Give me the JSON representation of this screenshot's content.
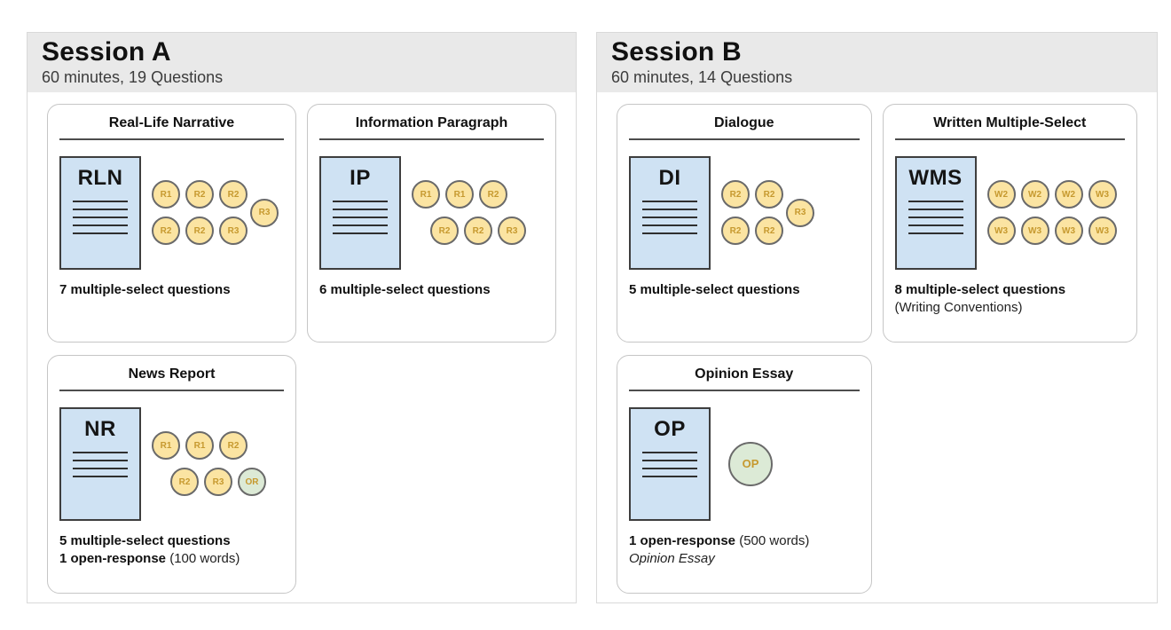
{
  "colors": {
    "header-band": "#e9e9e9",
    "panel-border": "#d9d9d9",
    "card-border": "#c6c6c6",
    "title-rule": "#4d4d4d",
    "doc-fill": "#cfe2f3",
    "doc-border": "#3e3e3e",
    "doc-line": "#2f2f2f",
    "circle-yellow": "#fbe4a2",
    "circle-green": "#dcead6",
    "circle-border": "#6a6a6a",
    "circle-text": "#c6992f",
    "text-secondary": "#3c3c3c"
  },
  "sessions": [
    {
      "title": "Session A",
      "subtitle": "60 minutes, 19 Questions",
      "cards": [
        {
          "title": "Real-Life Narrative",
          "doc_abbr": "RLN",
          "rows": [
            [
              {
                "label": "R1"
              },
              {
                "label": "R2"
              },
              {
                "label": "R2"
              }
            ],
            [
              {
                "label": "R2"
              },
              {
                "label": "R2"
              },
              {
                "label": "R3"
              }
            ]
          ],
          "side": {
            "label": "R3"
          },
          "captions": [
            {
              "bold": "7 multiple-select questions"
            }
          ]
        },
        {
          "title": "Information Paragraph",
          "doc_abbr": "IP",
          "rows": [
            [
              {
                "label": "R1"
              },
              {
                "label": "R1"
              },
              {
                "label": "R2"
              }
            ],
            [
              {
                "label": "R2"
              },
              {
                "label": "R2"
              },
              {
                "label": "R3"
              }
            ]
          ],
          "captions": [
            {
              "bold": "6 multiple-select questions"
            }
          ]
        },
        {
          "title": "News Report",
          "doc_abbr": "NR",
          "rows": [
            [
              {
                "label": "R1"
              },
              {
                "label": "R1"
              },
              {
                "label": "R2"
              }
            ],
            [
              {
                "label": "R2"
              },
              {
                "label": "R3"
              },
              {
                "label": "OR",
                "variant": "green"
              }
            ]
          ],
          "captions": [
            {
              "bold": "5 multiple-select questions"
            },
            {
              "bold": "1 open-response",
              "regular": " (100 words)"
            }
          ]
        }
      ]
    },
    {
      "title": "Session B",
      "subtitle": "60 minutes, 14 Questions",
      "cards": [
        {
          "title": "Dialogue",
          "doc_abbr": "DI",
          "rows": [
            [
              {
                "label": "R2"
              },
              {
                "label": "R2"
              }
            ],
            [
              {
                "label": "R2"
              },
              {
                "label": "R2"
              }
            ]
          ],
          "side": {
            "label": "R3"
          },
          "captions": [
            {
              "bold": "5 multiple-select questions"
            }
          ]
        },
        {
          "title": "Written Multiple-Select",
          "doc_abbr": "WMS",
          "rows": [
            [
              {
                "label": "W2"
              },
              {
                "label": "W2"
              },
              {
                "label": "W2"
              },
              {
                "label": "W3"
              }
            ],
            [
              {
                "label": "W3"
              },
              {
                "label": "W3"
              },
              {
                "label": "W3"
              },
              {
                "label": "W3"
              }
            ]
          ],
          "captions": [
            {
              "bold": "8 multiple-select questions"
            },
            {
              "regular": "(Writing Conventions)"
            }
          ]
        },
        {
          "title": "Opinion Essay",
          "doc_abbr": "OP",
          "single": {
            "label": "OP",
            "variant": "green"
          },
          "captions": [
            {
              "bold": "1 open-response",
              "regular": " (500 words)"
            },
            {
              "italic": "Opinion Essay"
            }
          ]
        }
      ]
    }
  ]
}
